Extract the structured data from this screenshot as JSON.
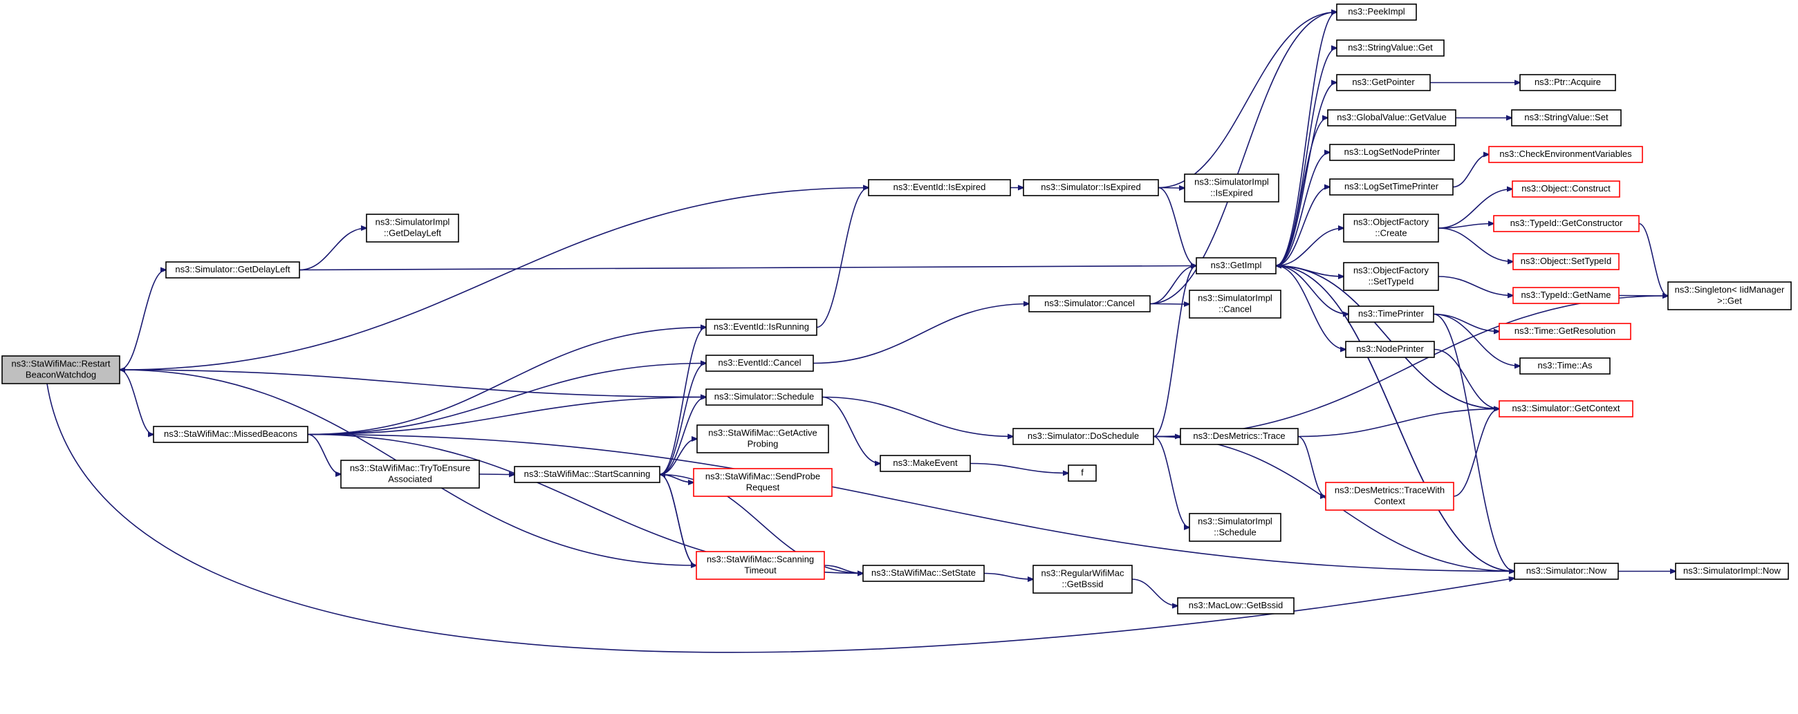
{
  "colors": {
    "edge": "#191970",
    "node_border": "#000000",
    "highlight_border": "#ff0000",
    "root_fill": "#bfbfbf",
    "background": "#ffffff"
  },
  "nodes": [
    {
      "id": "root",
      "label": [
        "ns3::StaWifiMac::Restart",
        "BeaconWatchdog"
      ],
      "style": "root"
    },
    {
      "id": "getDelayLeft",
      "label": [
        "ns3::Simulator::GetDelayLeft"
      ]
    },
    {
      "id": "implGetDelayLeft",
      "label": [
        "ns3::SimulatorImpl",
        "::GetDelayLeft"
      ]
    },
    {
      "id": "missedBeacons",
      "label": [
        "ns3::StaWifiMac::MissedBeacons"
      ]
    },
    {
      "id": "tryEnsure",
      "label": [
        "ns3::StaWifiMac::TryToEnsure",
        "Associated"
      ]
    },
    {
      "id": "startScanning",
      "label": [
        "ns3::StaWifiMac::StartScanning"
      ]
    },
    {
      "id": "eventIsRunning",
      "label": [
        "ns3::EventId::IsRunning"
      ]
    },
    {
      "id": "eventCancel",
      "label": [
        "ns3::EventId::Cancel"
      ]
    },
    {
      "id": "simSchedule",
      "label": [
        "ns3::Simulator::Schedule"
      ]
    },
    {
      "id": "getActiveProbing",
      "label": [
        "ns3::StaWifiMac::GetActive",
        "Probing"
      ]
    },
    {
      "id": "sendProbe",
      "label": [
        "ns3::StaWifiMac::SendProbe",
        "Request"
      ],
      "style": "red"
    },
    {
      "id": "scanTimeout",
      "label": [
        "ns3::StaWifiMac::Scanning",
        "Timeout"
      ],
      "style": "red"
    },
    {
      "id": "eventIsExpired",
      "label": [
        "ns3::EventId::IsExpired"
      ]
    },
    {
      "id": "simIsExpired",
      "label": [
        "ns3::Simulator::IsExpired"
      ]
    },
    {
      "id": "implIsExpired",
      "label": [
        "ns3::SimulatorImpl",
        "::IsExpired"
      ]
    },
    {
      "id": "makeEvent",
      "label": [
        "ns3::MakeEvent"
      ]
    },
    {
      "id": "f",
      "label": [
        "f"
      ]
    },
    {
      "id": "setState",
      "label": [
        "ns3::StaWifiMac::SetState"
      ]
    },
    {
      "id": "getBssid",
      "label": [
        "ns3::RegularWifiMac",
        "::GetBssid"
      ]
    },
    {
      "id": "macLowBssid",
      "label": [
        "ns3::MacLow::GetBssid"
      ]
    },
    {
      "id": "simCancel",
      "label": [
        "ns3::Simulator::Cancel"
      ]
    },
    {
      "id": "implCancel",
      "label": [
        "ns3::SimulatorImpl",
        "::Cancel"
      ]
    },
    {
      "id": "doSchedule",
      "label": [
        "ns3::Simulator::DoSchedule"
      ]
    },
    {
      "id": "desTrace",
      "label": [
        "ns3::DesMetrics::Trace"
      ]
    },
    {
      "id": "implSchedule",
      "label": [
        "ns3::SimulatorImpl",
        "::Schedule"
      ]
    },
    {
      "id": "desTraceCtx",
      "label": [
        "ns3::DesMetrics::TraceWith",
        "Context"
      ],
      "style": "red"
    },
    {
      "id": "getImpl",
      "label": [
        "ns3::GetImpl"
      ]
    },
    {
      "id": "peekImpl",
      "label": [
        "ns3::PeekImpl"
      ]
    },
    {
      "id": "strGet",
      "label": [
        "ns3::StringValue::Get"
      ]
    },
    {
      "id": "getPointer",
      "label": [
        "ns3::GetPointer"
      ]
    },
    {
      "id": "ptrAcquire",
      "label": [
        "ns3::Ptr::Acquire"
      ]
    },
    {
      "id": "globalGetValue",
      "label": [
        "ns3::GlobalValue::GetValue"
      ]
    },
    {
      "id": "strSet",
      "label": [
        "ns3::StringValue::Set"
      ]
    },
    {
      "id": "logNodePrinter",
      "label": [
        "ns3::LogSetNodePrinter"
      ]
    },
    {
      "id": "checkEnv",
      "label": [
        "ns3::CheckEnvironmentVariables"
      ],
      "style": "red"
    },
    {
      "id": "logTimePrinter",
      "label": [
        "ns3::LogSetTimePrinter"
      ]
    },
    {
      "id": "objConstruct",
      "label": [
        "ns3::Object::Construct"
      ],
      "style": "red"
    },
    {
      "id": "ofCreate",
      "label": [
        "ns3::ObjectFactory",
        "::Create"
      ]
    },
    {
      "id": "tidGetCtor",
      "label": [
        "ns3::TypeId::GetConstructor"
      ],
      "style": "red"
    },
    {
      "id": "objSetTypeId",
      "label": [
        "ns3::Object::SetTypeId"
      ],
      "style": "red"
    },
    {
      "id": "ofSetTypeId",
      "label": [
        "ns3::ObjectFactory",
        "::SetTypeId"
      ]
    },
    {
      "id": "tidGetName",
      "label": [
        "ns3::TypeId::GetName"
      ],
      "style": "red"
    },
    {
      "id": "singletonGet",
      "label": [
        "ns3::Singleton< IidManager",
        ">::Get"
      ]
    },
    {
      "id": "timePrinter",
      "label": [
        "ns3::TimePrinter"
      ]
    },
    {
      "id": "timeGetRes",
      "label": [
        "ns3::Time::GetResolution"
      ],
      "style": "red"
    },
    {
      "id": "timeAs",
      "label": [
        "ns3::Time::As"
      ]
    },
    {
      "id": "nodePrinter",
      "label": [
        "ns3::NodePrinter"
      ]
    },
    {
      "id": "simGetContext",
      "label": [
        "ns3::Simulator::GetContext"
      ],
      "style": "red"
    },
    {
      "id": "simNow",
      "label": [
        "ns3::Simulator::Now"
      ]
    },
    {
      "id": "implNow",
      "label": [
        "ns3::SimulatorImpl::Now"
      ]
    }
  ]
}
